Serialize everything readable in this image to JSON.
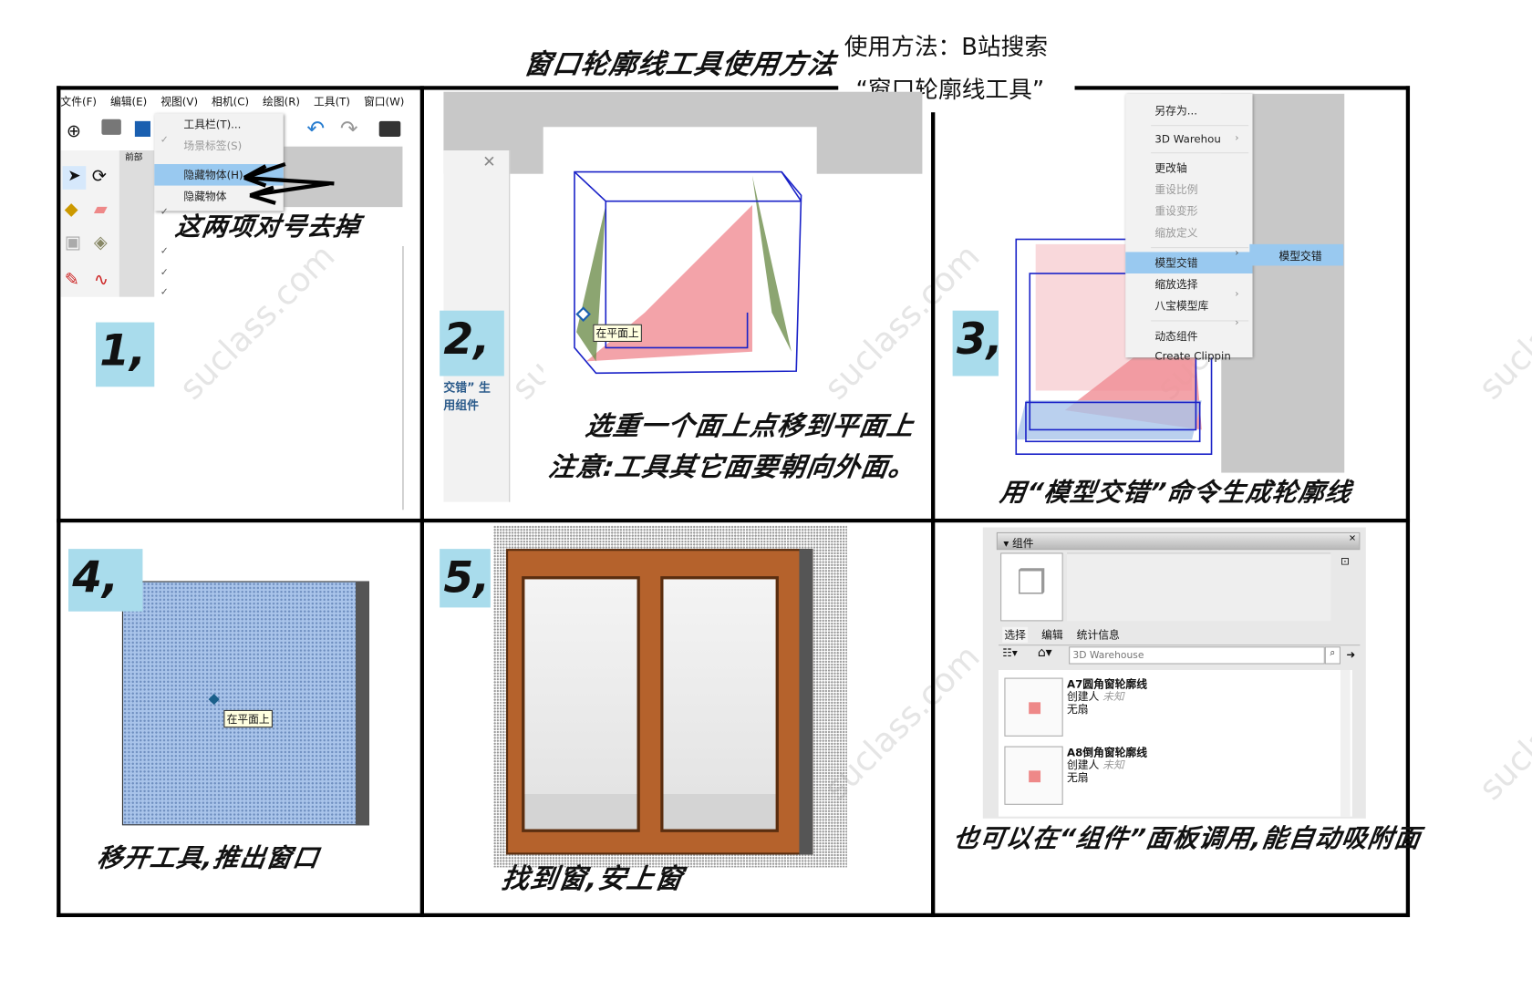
{
  "title": "窗口轮廓线工具使用方法",
  "usage": {
    "line1": "使用方法：B站搜索",
    "line2": "“窗口轮廓线工具”"
  },
  "watermark": "suclass.com",
  "step_labels": [
    "1,",
    "2,",
    "3,",
    "4,",
    "5,"
  ],
  "panel1": {
    "menubar": [
      "文件(F)",
      "编辑(E)",
      "视图(V)",
      "相机(C)",
      "绘图(R)",
      "工具(T)",
      "窗口(W)"
    ],
    "dropdown": [
      {
        "label": "工具栏(T)...",
        "checked": false,
        "disabled": false,
        "highlighted": false
      },
      {
        "label": "场景标签(S)",
        "checked": true,
        "disabled": true,
        "highlighted": false
      },
      {
        "label": "隐藏物体(H)",
        "checked": false,
        "disabled": false,
        "highlighted": true
      },
      {
        "label": "隐藏物体",
        "checked": false,
        "disabled": false,
        "highlighted": false
      }
    ],
    "side_label": "前部",
    "caption": "这两项对号去掉"
  },
  "panel2": {
    "tooltip": "在平面上",
    "side_text": [
      "交错” 生",
      "用组件"
    ],
    "caption_line1": "选重一个面上点移到平面上",
    "caption_line2": "注意:工具其它面要朝向外面。"
  },
  "panel3": {
    "menu": [
      {
        "label": "另存为...",
        "disabled": false
      },
      {
        "label": "3D Warehou",
        "submenu": true
      },
      {
        "label": "更改轴",
        "disabled": false
      },
      {
        "label": "重设比例",
        "disabled": true
      },
      {
        "label": "重设变形",
        "disabled": true
      },
      {
        "label": "缩放定义",
        "disabled": true
      },
      {
        "label": "模型交错",
        "submenu": true,
        "highlighted": true
      },
      {
        "label": "缩放选择",
        "disabled": false
      },
      {
        "label": "八宝模型库",
        "submenu": true
      },
      {
        "label": "动态组件",
        "submenu": true
      },
      {
        "label": "Create Clippin",
        "disabled": false
      }
    ],
    "submenu_item": "模型交错",
    "caption": "用“模型交错”命令生成轮廓线"
  },
  "panel4": {
    "tooltip": "在平面上",
    "caption": "移开工具,推出窗口"
  },
  "panel5": {
    "caption": "找到窗,安上窗"
  },
  "panel6": {
    "panel_title": "组件",
    "tabs": [
      "选择",
      "编辑",
      "统计信息"
    ],
    "search_placeholder": "3D Warehouse",
    "items": [
      {
        "name": "A7圆角窗轮廓线",
        "author_label": "创建人",
        "author": "未知",
        "desc": "无扇"
      },
      {
        "name": "A8倒角窗轮廓线",
        "author_label": "创建人",
        "author": "未知",
        "desc": "无扇"
      }
    ],
    "caption": "也可以在“组件”面板调用,能自动吸附面"
  },
  "colors": {
    "label_bg": "#a9dcec",
    "highlight": "#99c9f0",
    "frame": "#b5622c",
    "face_blue": "#a9c4ea",
    "edge_blue": "#1a22c8",
    "face_red": "#f08c94",
    "face_green": "#6f8f4e"
  }
}
